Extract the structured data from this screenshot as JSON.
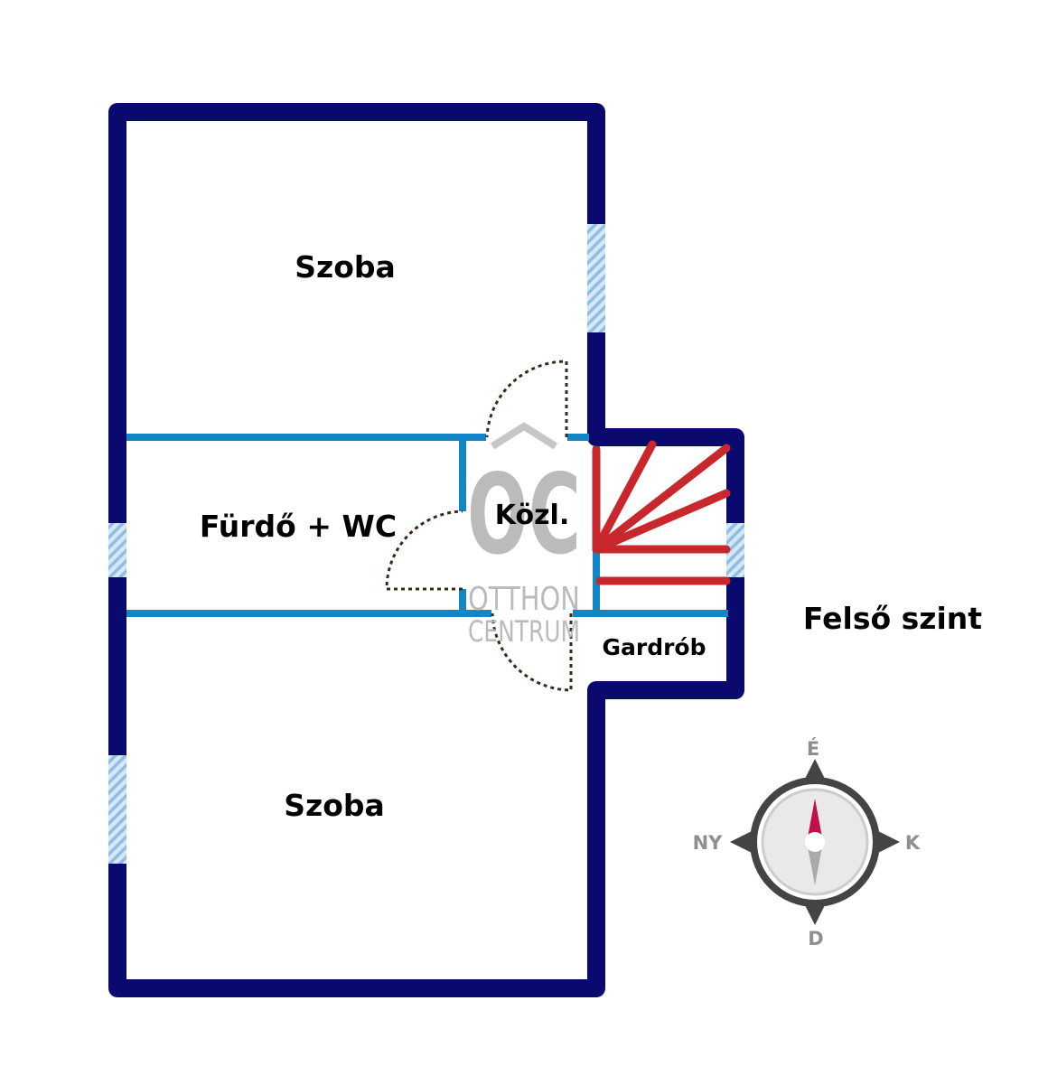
{
  "rooms": {
    "top_room": "Szoba",
    "bathroom": "Fürdő + WC",
    "hall": "Közl.",
    "wardrobe": "Gardrób",
    "bottom_room": "Szoba"
  },
  "floor_label": "Felső szint",
  "watermark": {
    "monogram": "OC",
    "line1": "OTTHON",
    "line2": "CENTRUM"
  },
  "compass": {
    "north": "É",
    "south": "D",
    "east": "K",
    "west": "NY"
  },
  "colors": {
    "outer_wall": "#0a0a6e",
    "inner_wall": "#1287c8",
    "window": "#9cc7e8",
    "stairs": "#c8282c",
    "door_swing": "#3a2a1a",
    "compass_ring": "#444444",
    "compass_needle_north": "#c0104a",
    "compass_needle_south": "#aaaaaa"
  }
}
